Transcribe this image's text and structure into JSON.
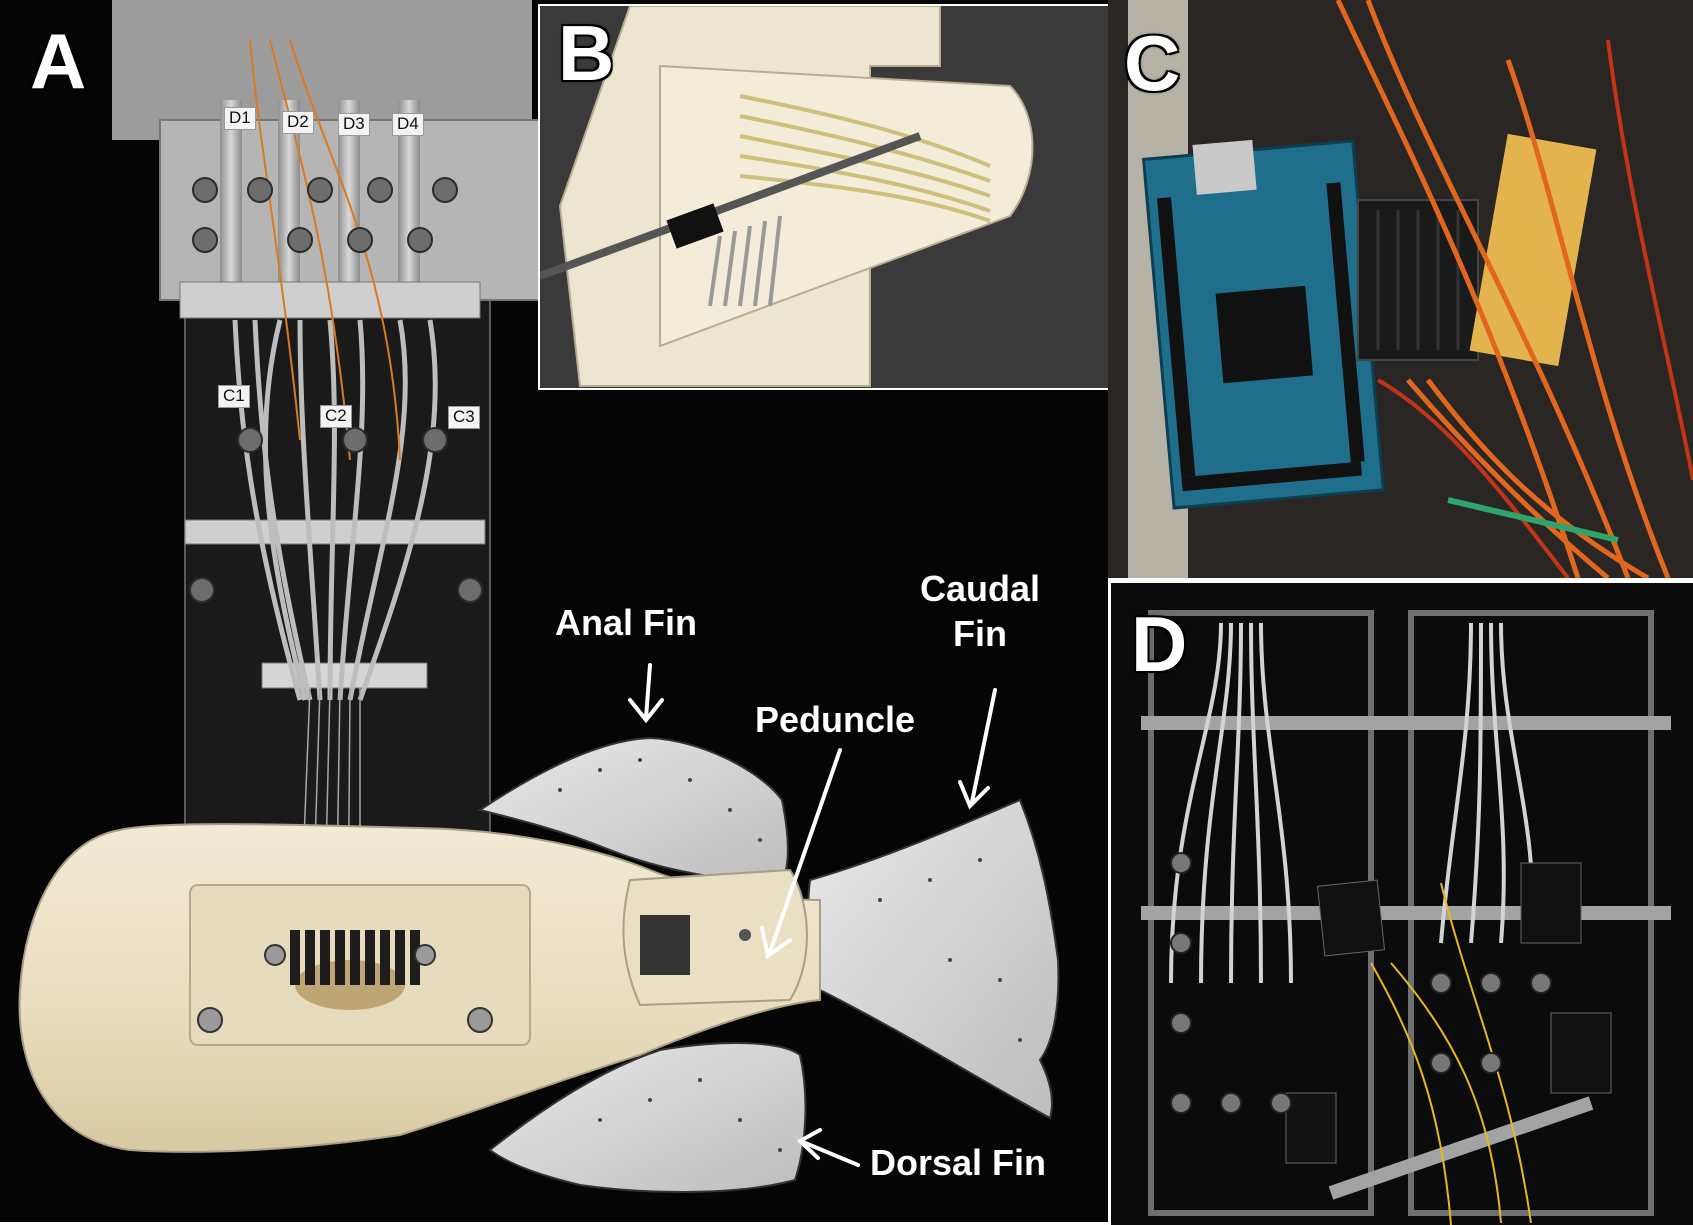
{
  "panels": {
    "a": {
      "letter": "A"
    },
    "b": {
      "letter": "B"
    },
    "c": {
      "letter": "C"
    },
    "d": {
      "letter": "D"
    }
  },
  "annotations": {
    "anal_fin": "Anal Fin",
    "caudal_fin_line1": "Caudal",
    "caudal_fin_line2": "Fin",
    "peduncle": "Peduncle",
    "dorsal_fin": "Dorsal Fin"
  },
  "servo_tags": {
    "d1": "D1",
    "d2": "D2",
    "d3": "D3",
    "d4": "D4",
    "c1": "C1",
    "c2": "C2",
    "c3": "C3"
  },
  "colors": {
    "background": "#050505",
    "body_cream": "#efe6cf",
    "fin_gray": "#d9d9d9",
    "arduino_blue": "#1f6e8c",
    "wire_orange": "#e2671e"
  }
}
